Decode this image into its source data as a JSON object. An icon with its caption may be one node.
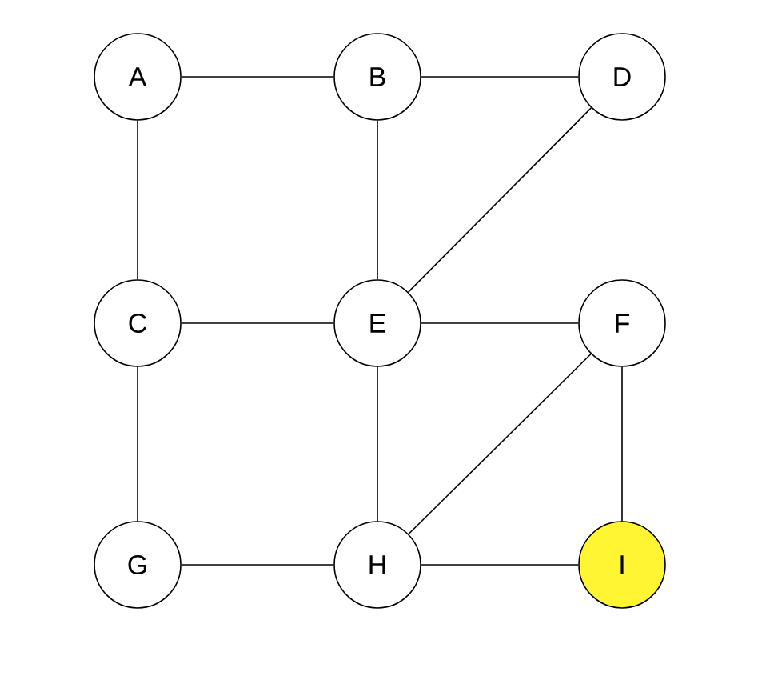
{
  "diagram": {
    "nodes": [
      {
        "text": [
          "A"
        ]
      },
      {
        "text": [
          "B"
        ]
      },
      {
        "text": [
          "D"
        ]
      },
      {
        "text": [
          "C"
        ]
      },
      {
        "text": [
          "E"
        ]
      },
      {
        "text": [
          "F"
        ]
      },
      {
        "text": [
          "G"
        ]
      },
      {
        "text": [
          "H"
        ]
      },
      {
        "text": [
          "I"
        ]
      }
    ],
    "edges": [
      {
        "from": 0,
        "to": 1,
        "arrow": "none"
      },
      {
        "from": 1,
        "to": 2,
        "arrow": "none"
      },
      {
        "from": 0,
        "to": 3,
        "arrow": "none"
      },
      {
        "from": 1,
        "to": 4,
        "arrow": "none"
      },
      {
        "from": 2,
        "to": 4,
        "arrow": "none"
      },
      {
        "from": 3,
        "to": 4,
        "arrow": "none"
      },
      {
        "from": 4,
        "to": 5,
        "arrow": "none"
      },
      {
        "from": 3,
        "to": 6,
        "arrow": "none"
      },
      {
        "from": 4,
        "to": 7,
        "arrow": "none"
      },
      {
        "from": 5,
        "to": 7,
        "arrow": "none"
      },
      {
        "from": 5,
        "to": 8,
        "arrow": "none"
      },
      {
        "from": 6,
        "to": 7,
        "arrow": "none"
      },
      {
        "from": 7,
        "to": 8,
        "arrow": "none"
      }
    ]
  }
}
